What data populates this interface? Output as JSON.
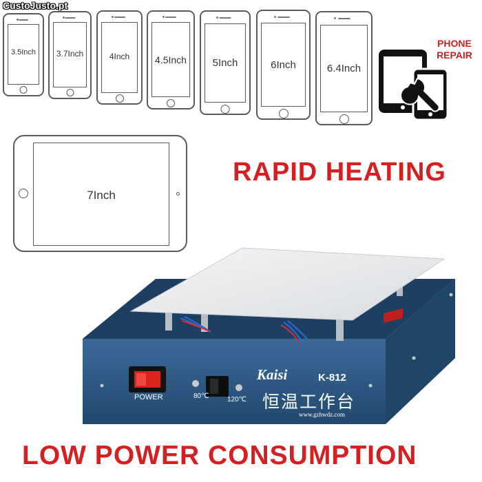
{
  "watermark": "CustoJusto.pt",
  "phones": [
    {
      "label": "3.5Inch"
    },
    {
      "label": "3.7Inch"
    },
    {
      "label": "4Inch"
    },
    {
      "label": "4.5Inch"
    },
    {
      "label": "5Inch"
    },
    {
      "label": "6Inch"
    },
    {
      "label": "6.4Inch"
    }
  ],
  "tablet": {
    "label": "7Inch"
  },
  "repair": {
    "line1": "PHONE",
    "line2": "REPAIR",
    "icon": "phone-tablet-wrench-icon"
  },
  "headlines": {
    "rapid": "RAPID HEATING",
    "low_power": "LOW POWER CONSUMPTION"
  },
  "device": {
    "brand": "Kaisi",
    "model": "K-812",
    "chinese_name": "恒温工作台",
    "url": "www.gzhwdz.com",
    "power_label": "POWER",
    "temp_low": "80℃",
    "temp_high": "120℃"
  },
  "colors": {
    "accent_red": "#d42020",
    "machine_blue": "#2e5a86",
    "plate_white": "#e9ebee"
  }
}
